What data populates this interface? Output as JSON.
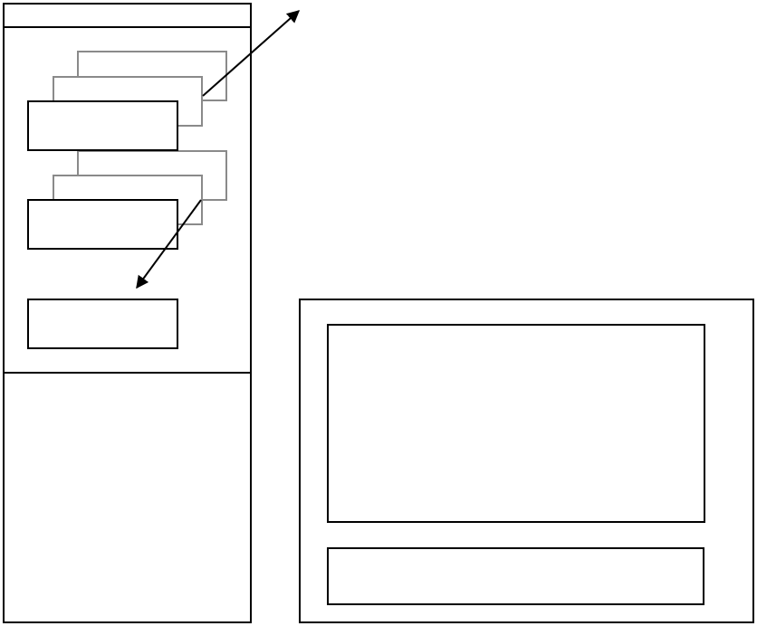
{
  "colors": {
    "background": "#ffffff",
    "primary_stroke": "#000000",
    "ghost_stroke": "#8a8a8a"
  },
  "diagram": {
    "description_text": [],
    "left_panel": {
      "cards": [
        "card-1",
        "card-2",
        "card-3"
      ]
    },
    "right_panel": {
      "areas": [
        "content-area",
        "footer-bar"
      ]
    }
  }
}
